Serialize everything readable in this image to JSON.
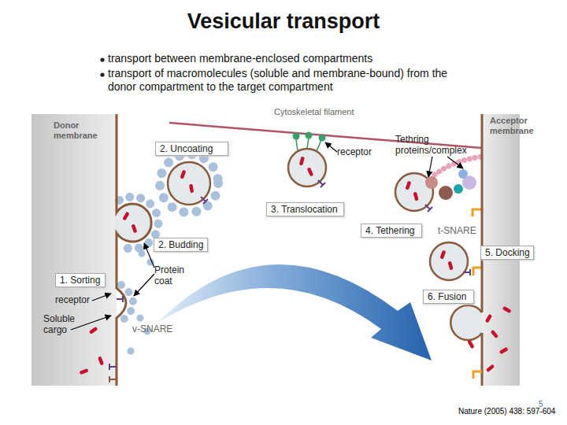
{
  "diagram": {
    "title": "Vesicular transport",
    "nodes": [
      {
        "text": [
          "2. Uncoating"
        ]
      },
      {
        "text": [
          "3. Translocation"
        ]
      },
      {
        "text": [
          "4. Tethering"
        ]
      },
      {
        "text": [
          "2. Budding"
        ]
      },
      {
        "text": [
          "5. Docking"
        ]
      },
      {
        "text": [
          "1. Sorting"
        ]
      },
      {
        "text": [
          "6. Fusion"
        ]
      }
    ],
    "labels": [
      "transport between membrane-enclosed compartments",
      "transport of macromolecules (soluble and membrane-bound) from the donor compartment to the target compartment",
      "Donor membrane",
      "Cytoskeletal filament",
      "Acceptor membrane",
      "receptor",
      "Tethring proteins/complex",
      "t-SNARE",
      "Protein coat",
      "receptor",
      "Soluble cargo",
      "v-SNARE",
      "5",
      "Nature (2005) 438: 597-604"
    ]
  }
}
